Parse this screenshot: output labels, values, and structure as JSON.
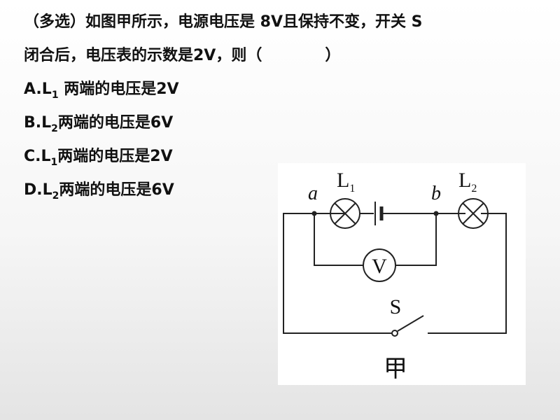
{
  "question": {
    "line1": "（多选）如图甲所示，电源电压是 8V且保持不变，开关 S",
    "line2_start": "闭合后，电压表的示数是2V，则（",
    "line2_end": "）"
  },
  "options": [
    {
      "prefix": "A.L",
      "sub": "1",
      "text": " 两端的电压是2V"
    },
    {
      "prefix": "B.L",
      "sub": "2",
      "text": "两端的电压是6V"
    },
    {
      "prefix": "C.L",
      "sub": "1",
      "text": "两端的电压是2V"
    },
    {
      "prefix": "D.L",
      "sub": "2",
      "text": "两端的电压是6V"
    }
  ],
  "circuit": {
    "label_a": "a",
    "label_b": "b",
    "lamp1": "L",
    "lamp1_sub": "1",
    "lamp2": "L",
    "lamp2_sub": "2",
    "voltmeter": "V",
    "switch": "S",
    "caption": "甲"
  }
}
